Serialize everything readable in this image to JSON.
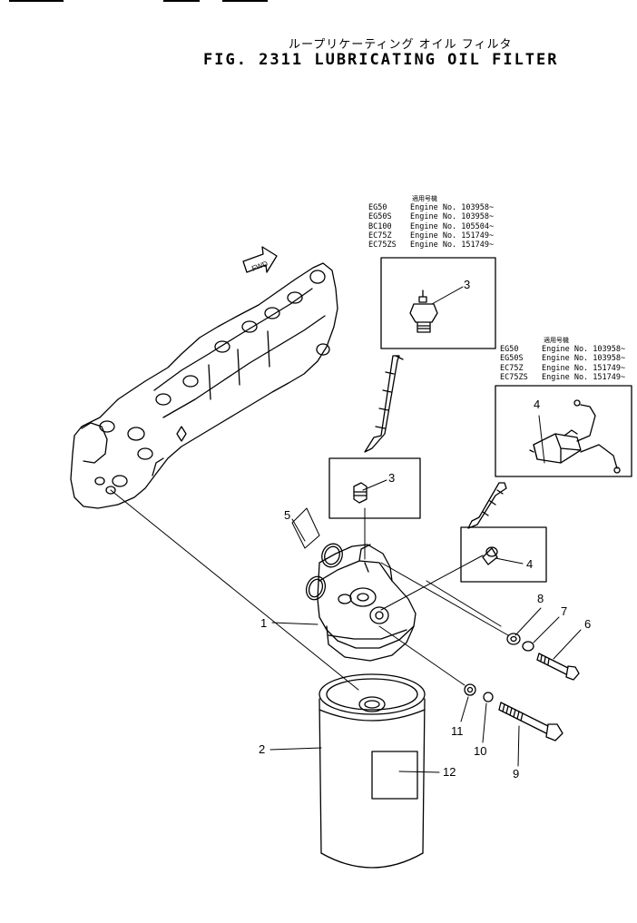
{
  "header": {
    "title_jp": "ループリケーティング オイル フィルタ",
    "title_en": "FIG. 2311 LUBRICATING OIL FILTER"
  },
  "direction_badge": "FWD",
  "applicability_upper": {
    "heading": "適用号機",
    "rows": [
      {
        "model": "EG50",
        "serial": "Engine No. 103958~"
      },
      {
        "model": "EG50S",
        "serial": "Engine No. 103958~"
      },
      {
        "model": "BC100",
        "serial": "Engine No. 105504~"
      },
      {
        "model": "EC75Z",
        "serial": "Engine No. 151749~"
      },
      {
        "model": "EC75ZS",
        "serial": "Engine No. 151749~"
      }
    ]
  },
  "applicability_right": {
    "heading": "適用号機",
    "rows": [
      {
        "model": "EG50",
        "serial": "Engine No. 103958~"
      },
      {
        "model": "EG50S",
        "serial": "Engine No. 103958~"
      },
      {
        "model": "EC75Z",
        "serial": "Engine No. 151749~"
      },
      {
        "model": "EC75ZS",
        "serial": "Engine No. 151749~"
      }
    ]
  },
  "callouts": {
    "p1": "1",
    "p2": "2",
    "p3a": "3",
    "p3b": "3",
    "p4a": "4",
    "p4b": "4",
    "p5": "5",
    "p6": "6",
    "p7": "7",
    "p8": "8",
    "p9": "9",
    "p10": "10",
    "p11": "11",
    "p12": "12"
  }
}
